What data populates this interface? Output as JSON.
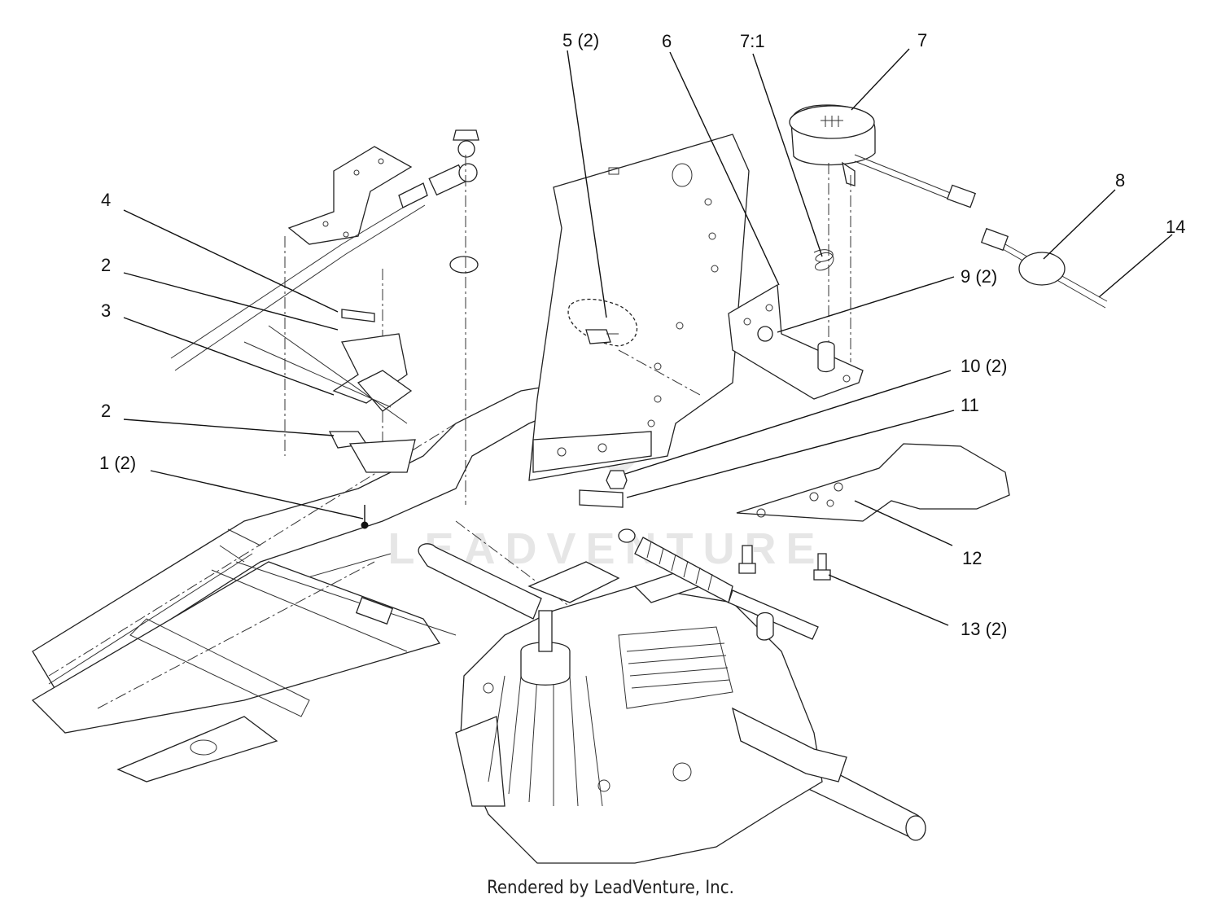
{
  "callouts": [
    {
      "id": "c1",
      "label": "1 (2)"
    },
    {
      "id": "c2a",
      "label": "2"
    },
    {
      "id": "c2b",
      "label": "2"
    },
    {
      "id": "c3",
      "label": "3"
    },
    {
      "id": "c4",
      "label": "4"
    },
    {
      "id": "c5",
      "label": "5 (2)"
    },
    {
      "id": "c6",
      "label": "6"
    },
    {
      "id": "c7",
      "label": "7"
    },
    {
      "id": "c71",
      "label": "7:1"
    },
    {
      "id": "c8",
      "label": "8"
    },
    {
      "id": "c9",
      "label": "9 (2)"
    },
    {
      "id": "c10",
      "label": "10 (2)"
    },
    {
      "id": "c11",
      "label": "11"
    },
    {
      "id": "c12",
      "label": "12"
    },
    {
      "id": "c13",
      "label": "13 (2)"
    },
    {
      "id": "c14",
      "label": "14"
    }
  ],
  "watermark": "LEADVENTURE",
  "footer": "Rendered by LeadVenture, Inc."
}
